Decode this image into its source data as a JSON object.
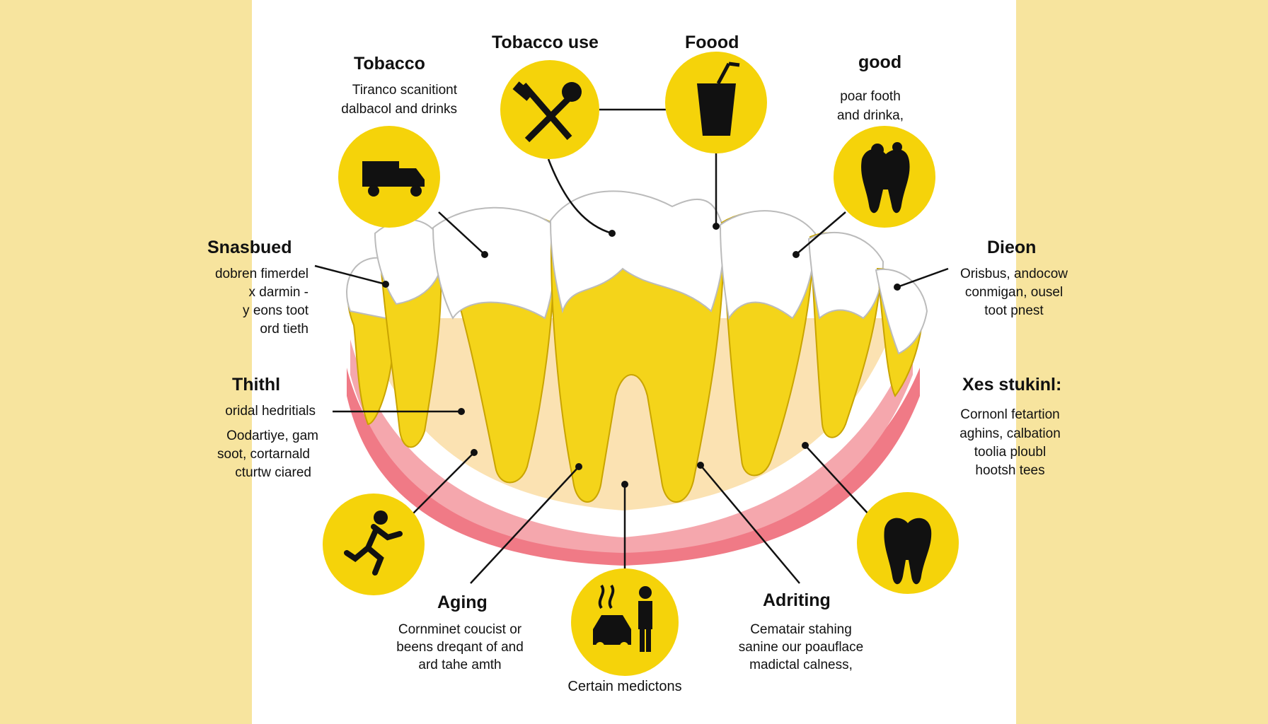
{
  "colors": {
    "accent_yellow": "#f5d30a",
    "side_background": "#f7e49e",
    "gum_pink": "#f2a3a3",
    "enamel_white": "#ffffff",
    "stain_yellow": "#f4d41a"
  },
  "labels": {
    "tobacco_title": "Tobacco",
    "tobacco_desc_1": "Tiranco scanitiont",
    "tobacco_desc_2": "dalbacol and drinks",
    "tobacco_use_title": "Tobacco use",
    "food_title": "Foood",
    "good_title": "good",
    "good_desc_1": "poar footh",
    "good_desc_2": "and drinka,",
    "snasbued_title": "Snasbued",
    "snasbued_desc_1": "dobren fimerdel",
    "snasbued_desc_2": "x darmin -",
    "snasbued_desc_3": "y eons toot",
    "snasbued_desc_4": "ord tieth",
    "dieon_title": "Dieon",
    "dieon_desc_1": "Orisbus, andocow",
    "dieon_desc_2": "conmigan, ousel",
    "dieon_desc_3": "toot pnest",
    "thithl_title": "Thithl",
    "thithl_desc_1": "oridal hedritials",
    "thithl_desc_2": "Oodartiye, gam",
    "thithl_desc_3": "soot, cortarnald",
    "thithl_desc_4": "cturtw ciared",
    "xes_title": "Xes stukinl:",
    "xes_desc_1": "Cornonl fetartion",
    "xes_desc_2": "aghins, calbation",
    "xes_desc_3": "toolia ploubl",
    "xes_desc_4": "hootsh tees",
    "aging_title": "Aging",
    "aging_desc_1": "Cornminet coucist or",
    "aging_desc_2": "beens dreqant of and",
    "aging_desc_3": "ard tahe amth",
    "adriting_title": "Adriting",
    "adriting_desc_1": "Cematair stahing",
    "adriting_desc_2": "sanine our poauflace",
    "adriting_desc_3": "madictal calness,",
    "medications_title": "Certain medictons"
  },
  "icons": [
    "truck-icon",
    "utensils-icon",
    "cup-icon",
    "stained-tooth-icon",
    "running-person-icon",
    "car-smoke-person-icon",
    "tooth-icon"
  ]
}
